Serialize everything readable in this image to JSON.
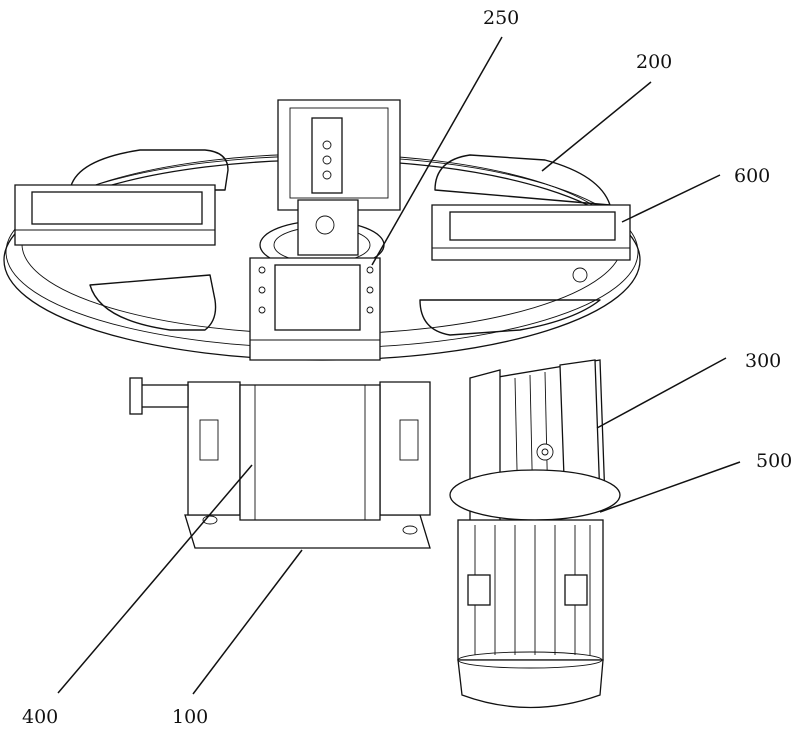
{
  "figure": {
    "type": "mechanical patent drawing",
    "subject": "rotary table assembly with clamping fixtures, gear reducer and motor",
    "line_color": "#111111",
    "background": "#ffffff"
  },
  "labels": [
    {
      "id": "label-250",
      "text": "250",
      "refers_to": "central hub / bearing seat"
    },
    {
      "id": "label-200",
      "text": "200",
      "refers_to": "rotary disc"
    },
    {
      "id": "label-600",
      "text": "600",
      "refers_to": "clamping fixture"
    },
    {
      "id": "label-300",
      "text": "300",
      "refers_to": "gear reducer"
    },
    {
      "id": "label-500",
      "text": "500",
      "refers_to": "drive motor"
    },
    {
      "id": "label-400",
      "text": "400",
      "refers_to": "support housing"
    },
    {
      "id": "label-100",
      "text": "100",
      "refers_to": "base frame"
    }
  ]
}
